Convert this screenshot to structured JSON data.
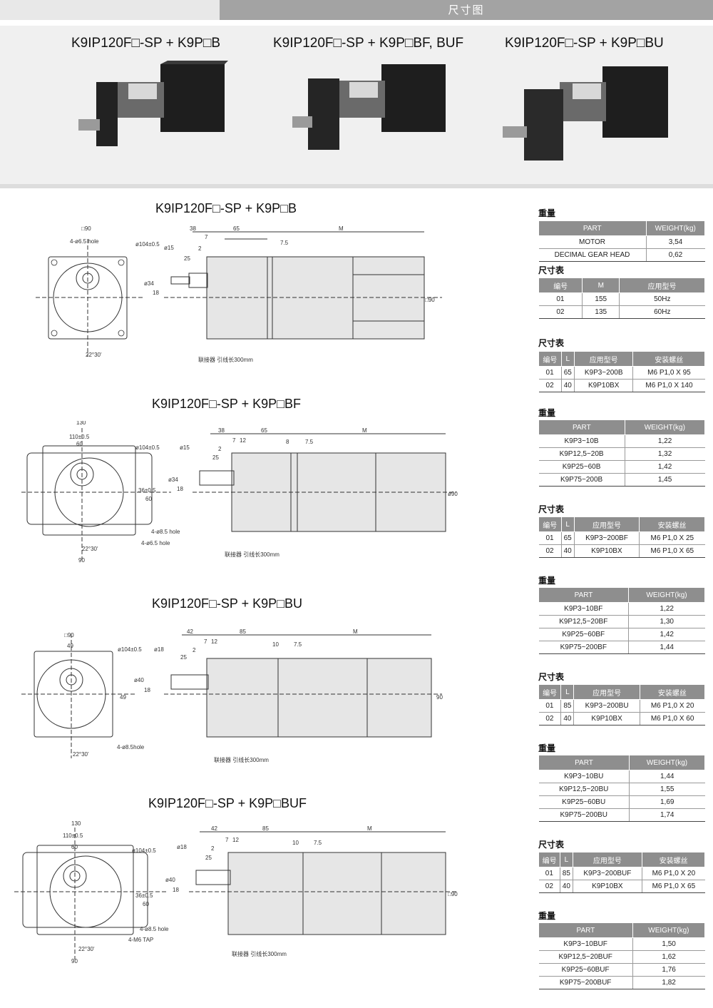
{
  "header": {
    "title": "尺寸图"
  },
  "photos": [
    {
      "title": "K9IP120F□-SP + K9P□B"
    },
    {
      "title": "K9IP120F□-SP + K9P□BF, BUF"
    },
    {
      "title": "K9IP120F□-SP + K9P□BU"
    }
  ],
  "drawings": [
    {
      "title": "K9IP120F□-SP + K9P□B",
      "labels": {
        "square": "□90",
        "hole": "4-ø6.5 hole",
        "pcd": "ø104±0.5",
        "shaft": "ø15",
        "dims1": "38",
        "dims2": "65",
        "m": "M",
        "d7": "7",
        "d2": "2",
        "d25": "25",
        "d75": "7.5",
        "d34": "ø34",
        "d18": "18",
        "d90": "□90",
        "angle": "22°30'",
        "cable": "联接器 引线长300mm"
      }
    },
    {
      "title": "K9IP120F□-SP + K9P□BF",
      "labels": {
        "w130": "130",
        "w110": "110±0.5",
        "w60": "60",
        "pcd": "ø104±0.5",
        "shaft": "ø15",
        "dims1": "38",
        "dims2": "65",
        "m": "M",
        "d7": "7",
        "d12": "12",
        "d2": "2",
        "d25": "25",
        "d8": "8",
        "d75": "7.5",
        "d34": "ø34",
        "d18": "18",
        "d36": "36±0.5",
        "d60": "60",
        "hole1": "4-ø8.5 hole",
        "hole2": "4-ø6.5 hole",
        "angle": "22°30'",
        "w90": "90",
        "d90": "ø90",
        "cable": "联接器 引线长300mm"
      }
    },
    {
      "title": "K9IP120F□-SP + K9P□BU",
      "labels": {
        "square": "□90",
        "w49": "49",
        "pcd": "ø104±0.5",
        "shaft": "ø18",
        "dims1": "42",
        "dims2": "85",
        "m": "M",
        "d7": "7",
        "d12": "12",
        "d2": "2",
        "d25": "25",
        "d10": "10",
        "d75": "7.5",
        "d40": "ø40",
        "d18": "18",
        "h49": "49",
        "d90": "90",
        "hole": "4-ø8.5hole",
        "angle": "22°30'",
        "cable": "联接器 引线长300mm"
      }
    },
    {
      "title": "K9IP120F□-SP + K9P□BUF",
      "labels": {
        "w130": "130",
        "w110": "110±0.5",
        "w60": "60",
        "pcd": "ø104±0.5",
        "shaft": "ø18",
        "dims1": "42",
        "dims2": "85",
        "m": "M",
        "d7": "7",
        "d12": "12",
        "d2": "2",
        "d25": "25",
        "d10": "10",
        "d75": "7.5",
        "d40": "ø40",
        "d18": "18",
        "d36": "36±0.5",
        "d60": "60",
        "hole1": "4-ø8.5 hole",
        "hole2": "4-M6 TAP",
        "angle": "22°30'",
        "w90": "90",
        "d90": "□90",
        "cable": "联接器 引线长300mm"
      }
    }
  ],
  "labels": {
    "weight": "重量",
    "dim_table": "尺寸表"
  },
  "motor_weight": {
    "headers": [
      "PART",
      "WEIGHT(kg)"
    ],
    "rows": [
      [
        "MOTOR",
        "3,54"
      ],
      [
        "DECIMAL GEAR HEAD",
        "0,62"
      ]
    ]
  },
  "dim_m": {
    "headers": [
      "编号",
      "M",
      "应用型号"
    ],
    "rows": [
      [
        "01",
        "155",
        "50Hz"
      ],
      [
        "02",
        "135",
        "60Hz"
      ]
    ]
  },
  "dim_tables": [
    {
      "headers": [
        "编号",
        "L",
        "应用型号",
        "安装螺丝"
      ],
      "rows": [
        [
          "01",
          "65",
          "K9P3~200B",
          "M6 P1,0 X 95"
        ],
        [
          "02",
          "40",
          "K9P10BX",
          "M6 P1,0 X 140"
        ]
      ]
    },
    {
      "headers": [
        "编号",
        "L",
        "应用型号",
        "安装螺丝"
      ],
      "rows": [
        [
          "01",
          "65",
          "K9P3~200BF",
          "M6 P1,0 X 25"
        ],
        [
          "02",
          "40",
          "K9P10BX",
          "M6 P1,0 X 65"
        ]
      ]
    },
    {
      "headers": [
        "编号",
        "L",
        "应用型号",
        "安装螺丝"
      ],
      "rows": [
        [
          "01",
          "85",
          "K9P3~200BU",
          "M6 P1,0 X 20"
        ],
        [
          "02",
          "40",
          "K9P10BX",
          "M6 P1,0 X 60"
        ]
      ]
    },
    {
      "headers": [
        "编号",
        "L",
        "应用型号",
        "安装螺丝"
      ],
      "rows": [
        [
          "01",
          "85",
          "K9P3~200BUF",
          "M6 P1,0 X 20"
        ],
        [
          "02",
          "40",
          "K9P10BX",
          "M6 P1,0 X 65"
        ]
      ]
    }
  ],
  "weight_tables": [
    {
      "headers": [
        "PART",
        "WEIGHT(kg)"
      ],
      "rows": [
        [
          "K9P3~10B",
          "1,22"
        ],
        [
          "K9P12,5~20B",
          "1,32"
        ],
        [
          "K9P25~60B",
          "1,42"
        ],
        [
          "K9P75~200B",
          "1,45"
        ]
      ]
    },
    {
      "headers": [
        "PART",
        "WEIGHT(kg)"
      ],
      "rows": [
        [
          "K9P3~10BF",
          "1,22"
        ],
        [
          "K9P12,5~20BF",
          "1,30"
        ],
        [
          "K9P25~60BF",
          "1,42"
        ],
        [
          "K9P75~200BF",
          "1,44"
        ]
      ]
    },
    {
      "headers": [
        "PART",
        "WEIGHT(kg)"
      ],
      "rows": [
        [
          "K9P3~10BU",
          "1,44"
        ],
        [
          "K9P12,5~20BU",
          "1,55"
        ],
        [
          "K9P25~60BU",
          "1,69"
        ],
        [
          "K9P75~200BU",
          "1,74"
        ]
      ]
    },
    {
      "headers": [
        "PART",
        "WEIGHT(kg)"
      ],
      "rows": [
        [
          "K9P3~10BUF",
          "1,50"
        ],
        [
          "K9P12,5~20BUF",
          "1,62"
        ],
        [
          "K9P25~60BUF",
          "1,76"
        ],
        [
          "K9P75~200BUF",
          "1,82"
        ]
      ]
    }
  ]
}
